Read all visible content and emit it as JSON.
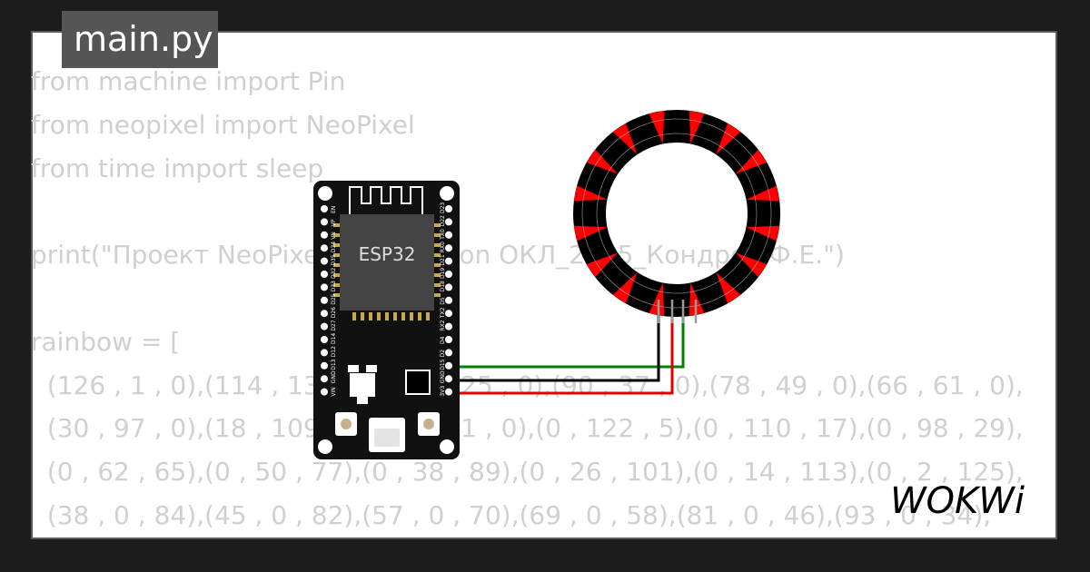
{
  "tab": {
    "title": "main.py"
  },
  "code_lines": [
    "from machine import Pin",
    "from neopixel import NeoPixel",
    "from time import sleep",
    "",
    "print(\"Проект NeoPixel MicroPython ОКЛ_2025_Кондрев Ф.Е.\")",
    "",
    "rainbow = [",
    "  (126 , 1 , 0),(114 , 13 , 0),(102 , 25 , 0),(90 , 37 , 0),(78 , 49 , 0),(66 , 61 , 0),",
    "  (30 , 97 , 0),(18 , 109 , 0),(6 , 121 , 0),(0 , 122 , 5),(0 , 110 , 17),(0 , 98 , 29),",
    "  (0 , 62 , 65),(0 , 50 , 77),(0 , 38 , 89),(0 , 26 , 101),(0 , 14 , 113),(0 , 2 , 125),",
    "  (38 , 0 , 84),(45 , 0 , 82),(57 , 0 , 70),(69 , 0 , 58),(81 , 0 , 46),(93 , 0 , 34),"
  ],
  "board": {
    "chip_label": "ESP32",
    "left_pins": [
      "VIN",
      "GND",
      "D13",
      "D12",
      "D14",
      "D27",
      "D26",
      "D25",
      "D33",
      "D32",
      "D35",
      "D34",
      "VN",
      "VP",
      "EN"
    ],
    "right_pins": [
      "3V3",
      "GND",
      "D15",
      "D2",
      "D4",
      "RX2",
      "TX2",
      "D5",
      "D18",
      "D19",
      "D21",
      "RX0",
      "TX0",
      "D22",
      "D23"
    ]
  },
  "ring": {
    "pixel_count": 16,
    "segment_color": "#ff0000",
    "body_color": "#000000"
  },
  "wires": {
    "data": "#008000",
    "gnd": "#000000",
    "vcc": "#e00000"
  },
  "logo": {
    "text": "WOKWi"
  }
}
